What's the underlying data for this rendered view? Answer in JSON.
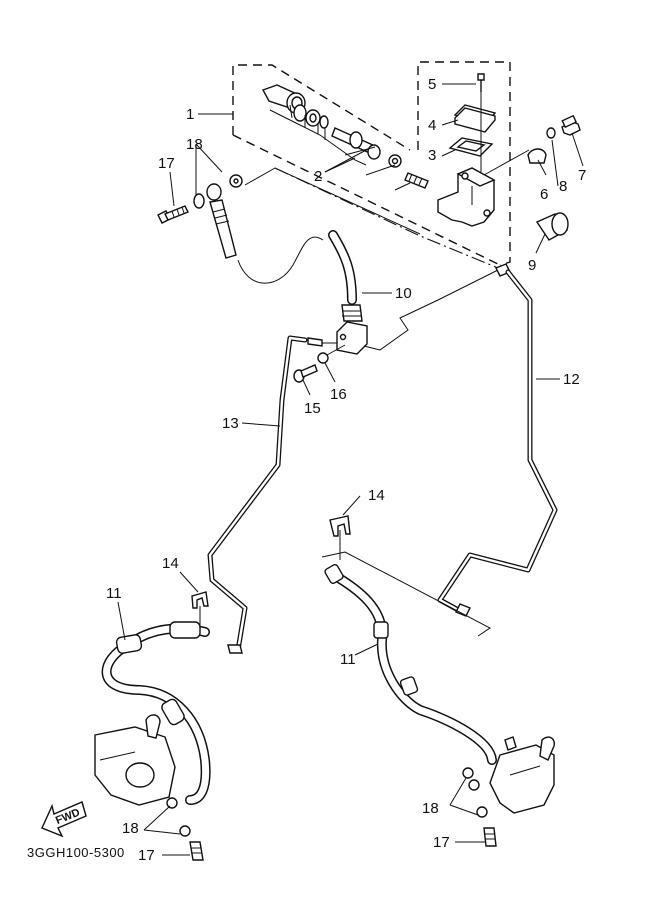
{
  "diagram": {
    "title": "Front Master Cylinder and Brake Hose Assembly",
    "catalog_code": "3GGH100-5300",
    "direction_marker": "FWD",
    "callouts": [
      {
        "id": "c1",
        "label": "1",
        "part": "master cylinder kit"
      },
      {
        "id": "c2",
        "label": "2",
        "part": "piston kit"
      },
      {
        "id": "c3",
        "label": "3",
        "part": "diaphragm"
      },
      {
        "id": "c4",
        "label": "4",
        "part": "reservoir cap"
      },
      {
        "id": "c5",
        "label": "5",
        "part": "screw"
      },
      {
        "id": "c6",
        "label": "6",
        "part": "master cylinder holder"
      },
      {
        "id": "c7",
        "label": "7",
        "part": "bolt"
      },
      {
        "id": "c8",
        "label": "8",
        "part": "washer"
      },
      {
        "id": "c9",
        "label": "9",
        "part": "cover"
      },
      {
        "id": "c10",
        "label": "10",
        "part": "brake hose"
      },
      {
        "id": "c11a",
        "label": "11",
        "part": "brake hose (left)"
      },
      {
        "id": "c11b",
        "label": "11",
        "part": "brake hose (right)"
      },
      {
        "id": "c12",
        "label": "12",
        "part": "brake pipe"
      },
      {
        "id": "c13",
        "label": "13",
        "part": "brake pipe"
      },
      {
        "id": "c14a",
        "label": "14",
        "part": "clip (left)"
      },
      {
        "id": "c14b",
        "label": "14",
        "part": "clip (right)"
      },
      {
        "id": "c15",
        "label": "15",
        "part": "bolt"
      },
      {
        "id": "c16",
        "label": "16",
        "part": "washer"
      },
      {
        "id": "c17a",
        "label": "17",
        "part": "union bolt (top)"
      },
      {
        "id": "c17b",
        "label": "17",
        "part": "union bolt (bottom left)"
      },
      {
        "id": "c17c",
        "label": "17",
        "part": "union bolt (bottom right)"
      },
      {
        "id": "c18a",
        "label": "18",
        "part": "gasket (top)"
      },
      {
        "id": "c18b",
        "label": "18",
        "part": "gasket (bottom left)"
      },
      {
        "id": "c18c",
        "label": "18",
        "part": "gasket (bottom right)"
      }
    ]
  }
}
